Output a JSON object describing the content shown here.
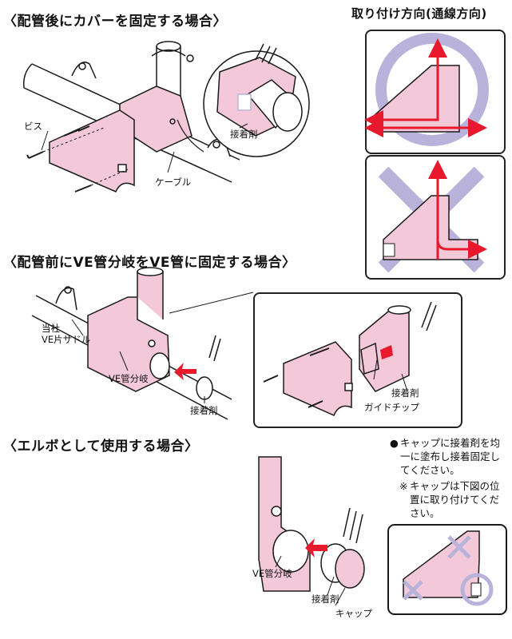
{
  "sections": {
    "cover_after_piping": "〈配管後にカバーを固定する場合〉",
    "before_piping": "〈配管前にVE管分岐をVE管に固定する場合〉",
    "elbow": "〈エルボとして使用する場合〉",
    "install_direction": "取り付け方向(通線方向)"
  },
  "labels": {
    "screw": "ビス",
    "adhesive_1": "接着剤",
    "cable": "ケーブル",
    "saddle": "当社\nVE片サドル",
    "ve_branch_1": "VE管分岐",
    "adhesive_2": "接着剤",
    "adhesive_3": "接着剤",
    "guide_chip": "ガイドチップ",
    "ve_branch_2": "VE管分岐",
    "adhesive_4": "接着剤",
    "cap": "キャップ"
  },
  "notes": {
    "bullet": "●",
    "cap_note": "キャップに接着剤を均一に塗布し接着固定してください。",
    "ref_mark": "※",
    "cap_position": "キャップは下図の位置に取り付けてください。"
  },
  "colors": {
    "pink": "#f3c9d9",
    "pink_dark": "#e6a8c0",
    "red": "#e8192c",
    "lavender": "#b9b3db",
    "outline": "#1a1a1a"
  }
}
